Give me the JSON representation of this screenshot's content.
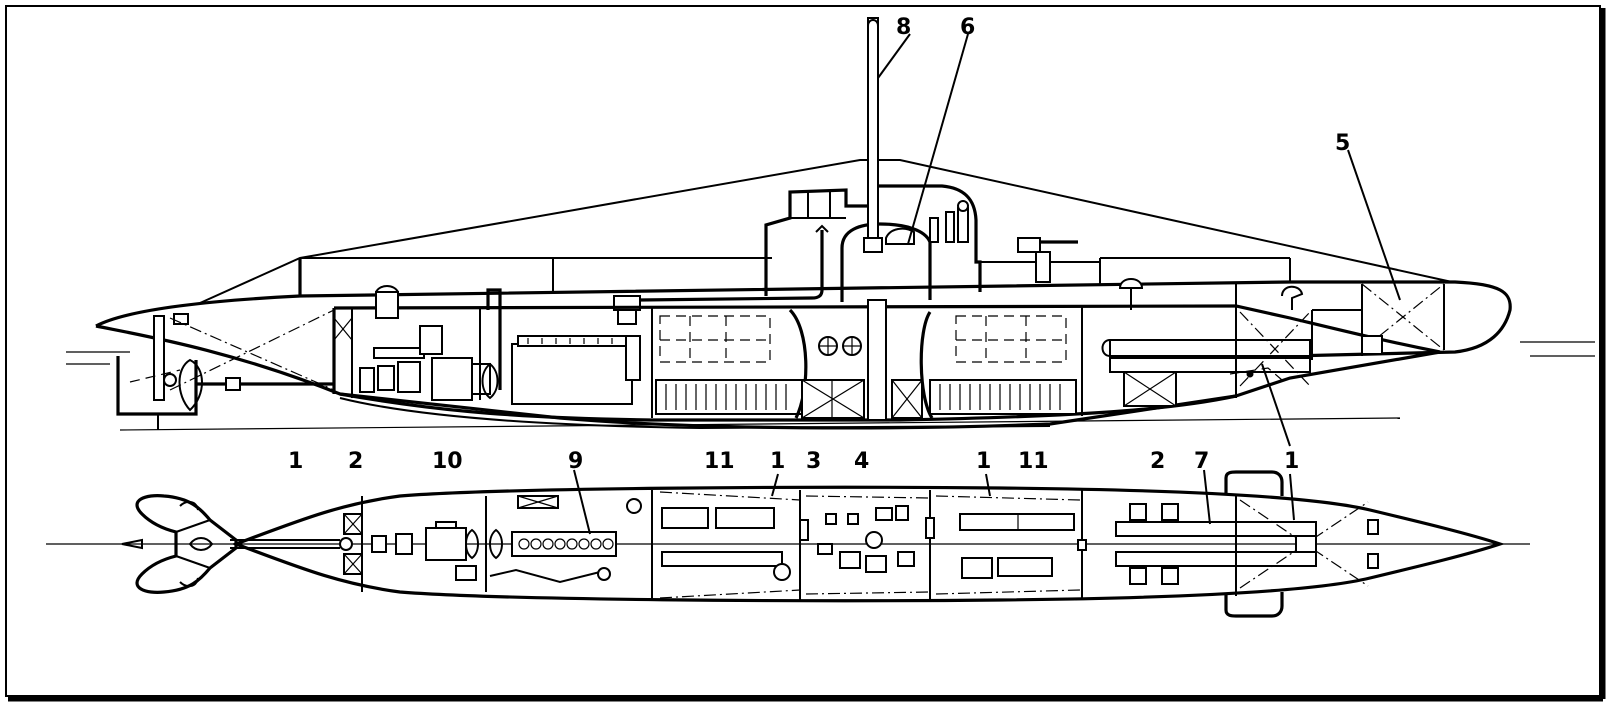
{
  "diagram": {
    "side_view_labels": [
      {
        "id": "s1a",
        "text": "1"
      },
      {
        "id": "s2a",
        "text": "2"
      },
      {
        "id": "s10",
        "text": "10"
      },
      {
        "id": "s9",
        "text": "9"
      },
      {
        "id": "s11a",
        "text": "11"
      },
      {
        "id": "s1b",
        "text": "1"
      },
      {
        "id": "s3",
        "text": "3"
      },
      {
        "id": "s4",
        "text": "4"
      },
      {
        "id": "s1c",
        "text": "1"
      },
      {
        "id": "s11b",
        "text": "11"
      },
      {
        "id": "s2b",
        "text": "2"
      },
      {
        "id": "s7",
        "text": "7"
      },
      {
        "id": "s1d",
        "text": "1"
      }
    ],
    "top_labels": [
      {
        "id": "t8",
        "text": "8"
      },
      {
        "id": "t6",
        "text": "6"
      },
      {
        "id": "t5",
        "text": "5"
      }
    ]
  }
}
